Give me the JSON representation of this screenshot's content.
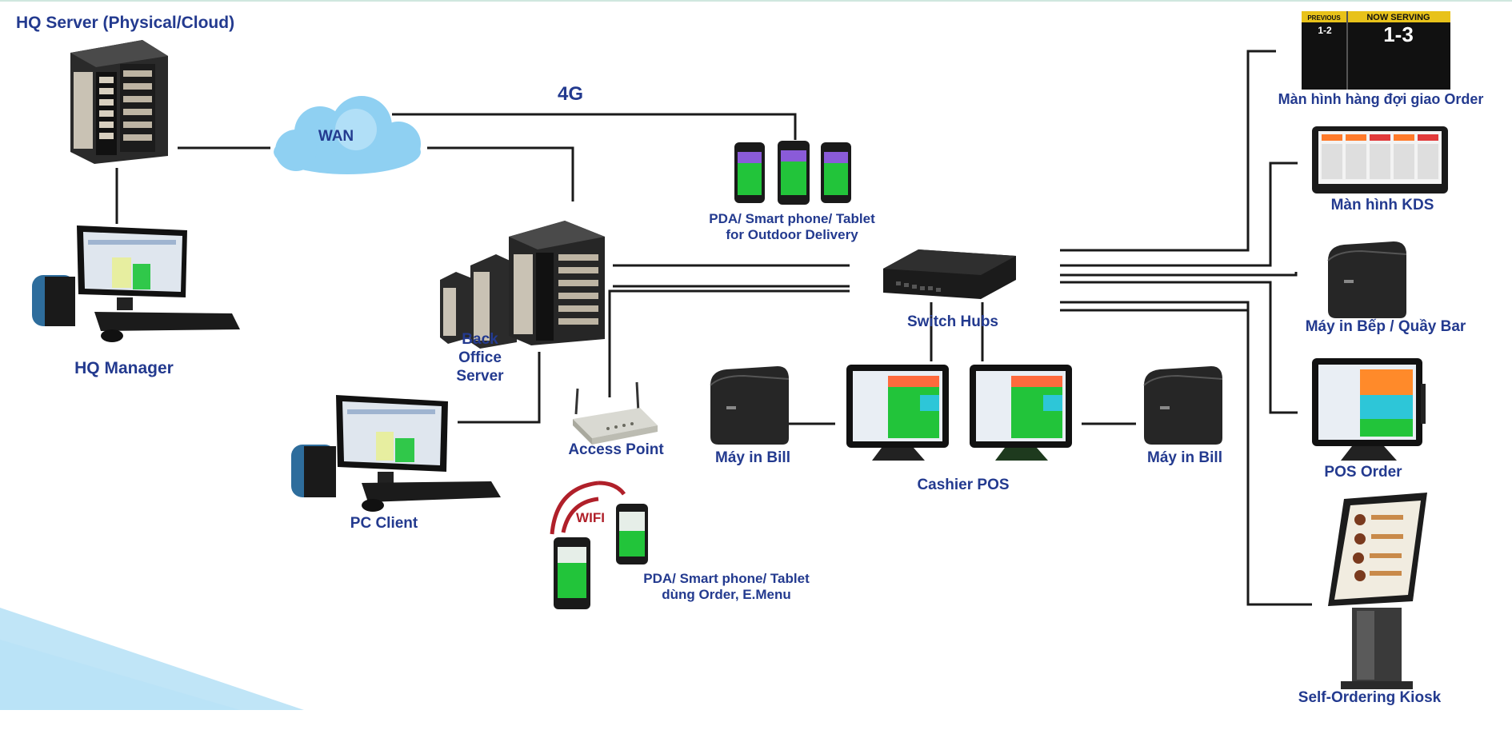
{
  "colors": {
    "label": "#233a8f",
    "line": "#1a1a1a",
    "wifi": "#b0202a",
    "screen_green": "#22c43a",
    "queue_header": "#e8c21a",
    "cloud": "#8fd0f2",
    "wedge": "#8ccff0"
  },
  "labels": {
    "hq_server": "HQ Server (Physical/Cloud)",
    "hq_manager": "HQ Manager",
    "wan": "WAN",
    "four_g": "4G",
    "back_office_line1": "Back",
    "back_office_line2": "Office",
    "back_office_line3": "Server",
    "pc_client": "PC Client",
    "access_point": "Access Point",
    "wifi": "WIFI",
    "pda_outdoor_line1": "PDA/ Smart phone/ Tablet",
    "pda_outdoor_line2": "for Outdoor Delivery",
    "pda_order_line1": "PDA/ Smart phone/ Tablet",
    "pda_order_line2": "dùng Order, E.Menu",
    "switch_hubs": "Switch Hubs",
    "printer_bill_left": "Máy in Bill",
    "printer_bill_right": "Máy in Bill",
    "cashier_pos": "Cashier POS",
    "queue_screen": "Màn hình hàng đợi giao Order",
    "kds_screen": "Màn hình KDS",
    "kitchen_printer": "Máy in Bếp / Quầy Bar",
    "pos_order": "POS Order",
    "kiosk": "Self-Ordering Kiosk"
  },
  "queue_display": {
    "left_header": "PREVIOUS",
    "left_number": "1-2",
    "right_header": "NOW SERVING",
    "right_number": "1-3"
  },
  "icons": {
    "hq_server": "server-tower-icon",
    "hq_manager": "desktop-computer-icon",
    "wan": "cloud-icon",
    "back_office": "server-cluster-icon",
    "pc_client": "desktop-computer-icon",
    "access_point": "wireless-router-icon",
    "pda_outdoor": "smartphone-icon",
    "pda_order": "smartphone-icon",
    "switch_hubs": "network-switch-icon",
    "printer": "receipt-printer-icon",
    "cashier_pos": "pos-terminal-icon",
    "queue_screen": "queue-display-icon",
    "kds_screen": "kitchen-display-icon",
    "kitchen_printer": "receipt-printer-icon",
    "pos_order": "pos-terminal-icon",
    "kiosk": "self-order-kiosk-icon"
  }
}
